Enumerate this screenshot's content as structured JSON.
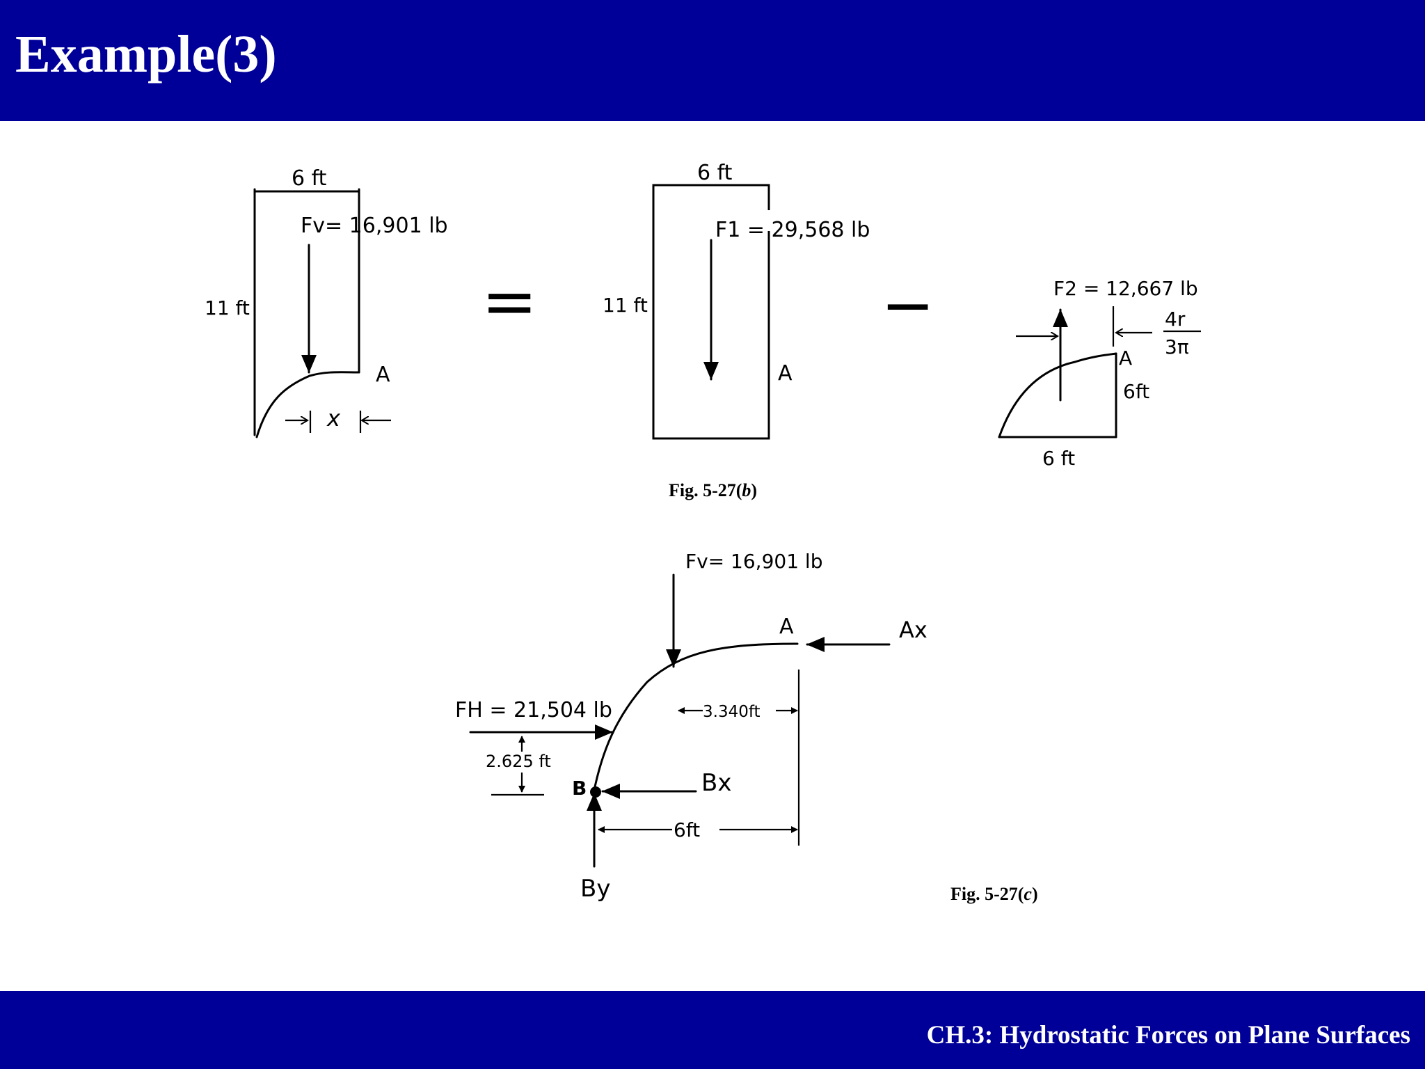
{
  "slide": {
    "title": "Example(3)",
    "footer": "CH.3: Hydrostatic Forces on Plane Surfaces"
  },
  "colors": {
    "band": "#000099",
    "text_on_band": "#ffffff",
    "ink": "#000000"
  },
  "figure_b": {
    "caption_prefix": "Fig. 5-27(",
    "caption_letter": "b",
    "caption_suffix": ")",
    "left": {
      "top_dim": "6 ft",
      "height_dim": "11 ft",
      "force": "Fv= 16,901 lb",
      "point": "A",
      "x_label": "x"
    },
    "equals": "=",
    "middle": {
      "top_dim": "6 ft",
      "height_dim": "11 ft",
      "force": "F1 = 29,568 lb",
      "point": "A"
    },
    "minus": "−",
    "right": {
      "force": "F2 = 12,667 lb",
      "point": "A",
      "centroid_num": "4r",
      "centroid_den": "3π",
      "height_dim": "6ft",
      "base_dim": "6 ft"
    }
  },
  "figure_c": {
    "caption_prefix": "Fig. 5-27(",
    "caption_letter": "c",
    "caption_suffix": ")",
    "fv": "Fv= 16,901 lb",
    "point_a": "A",
    "ax": "Ax",
    "fh": "FH = 21,504 lb",
    "dim_arm": "3.340ft",
    "dim_fh": "2.625 ft",
    "point_b": "B",
    "bx": "Bx",
    "dim_base": "6ft",
    "by": "By"
  }
}
